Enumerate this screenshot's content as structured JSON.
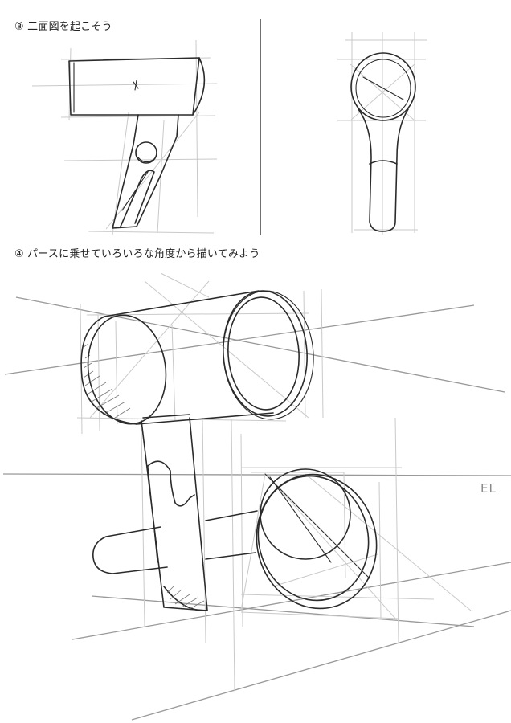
{
  "captions": {
    "step3": "③ 二面図を起こそう",
    "step4": "④ パースに乗せていろいろな角度から描いてみよう",
    "eye_level": "EL"
  },
  "colors": {
    "ink": "#2b2b2b",
    "guide": "#c9c9c9",
    "horizon": "#999999"
  }
}
